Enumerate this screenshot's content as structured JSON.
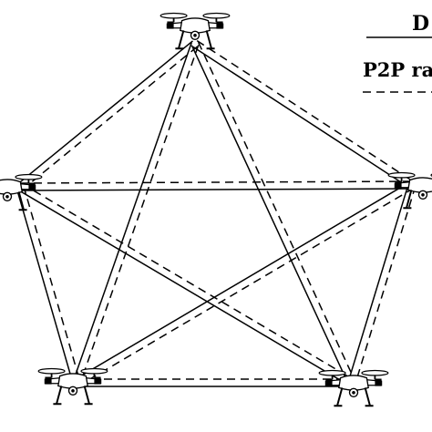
{
  "legend": {
    "direct_label": "D",
    "p2p_label": "P2P ra"
  },
  "nodes": [
    {
      "id": "top",
      "icon": "drone-icon"
    },
    {
      "id": "left",
      "icon": "drone-icon"
    },
    {
      "id": "right",
      "icon": "drone-icon"
    },
    {
      "id": "bottom-left",
      "icon": "drone-icon"
    },
    {
      "id": "bottom-right",
      "icon": "drone-icon"
    }
  ],
  "links": [
    {
      "from": "top",
      "to": "left"
    },
    {
      "from": "top",
      "to": "right"
    },
    {
      "from": "top",
      "to": "bottom-left"
    },
    {
      "from": "top",
      "to": "bottom-right"
    },
    {
      "from": "left",
      "to": "right"
    },
    {
      "from": "left",
      "to": "bottom-left"
    },
    {
      "from": "left",
      "to": "bottom-right"
    },
    {
      "from": "right",
      "to": "bottom-left"
    },
    {
      "from": "right",
      "to": "bottom-right"
    },
    {
      "from": "bottom-left",
      "to": "bottom-right"
    }
  ],
  "colors": {
    "line": "#000000",
    "background": "#ffffff"
  }
}
